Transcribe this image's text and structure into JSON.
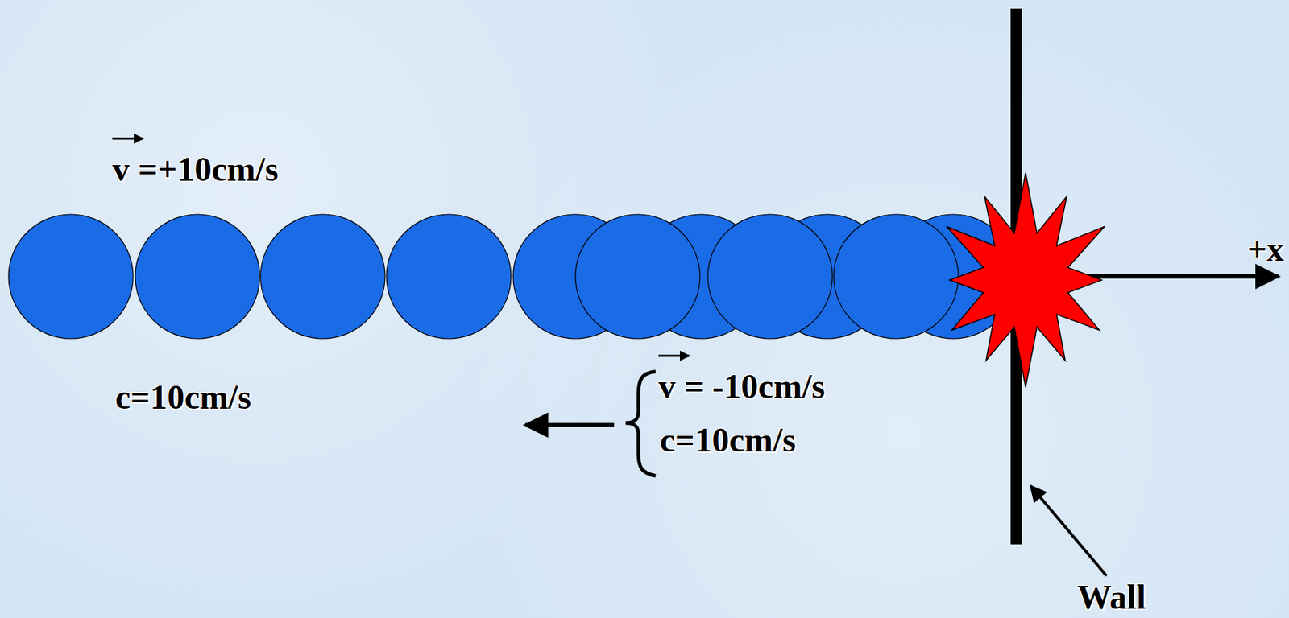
{
  "diagram": {
    "labels": [
      "v =+10cm/s",
      "c=10cm/s",
      "v = -10cm/s",
      "c=10cm/s",
      "+x",
      "Wall"
    ]
  }
}
